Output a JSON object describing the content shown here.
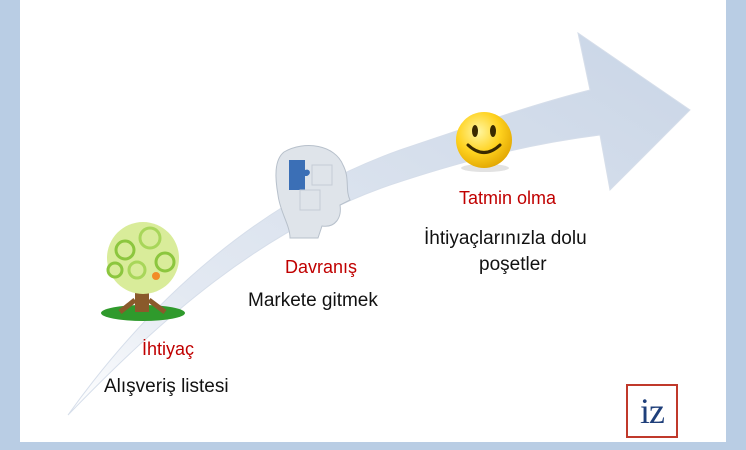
{
  "steps": [
    {
      "title": "İhtiyaç",
      "description": "Alışveriş listesi",
      "icon": "tree-icon"
    },
    {
      "title": "Davranış",
      "description": "Markete gitmek",
      "icon": "puzzle-head-icon"
    },
    {
      "title": "Tatmin olma",
      "description_line1": "İhtiyaçlarınızla dolu",
      "description_line2": "poşetler",
      "icon": "smiley-icon"
    }
  ],
  "logo": {
    "text": "iz"
  },
  "colors": {
    "step_title": "#c00000",
    "arrow": "#cfd9e8",
    "frame": "#b9cde4",
    "logo_border": "#c0392b",
    "logo_text": "#1f3f7a"
  }
}
